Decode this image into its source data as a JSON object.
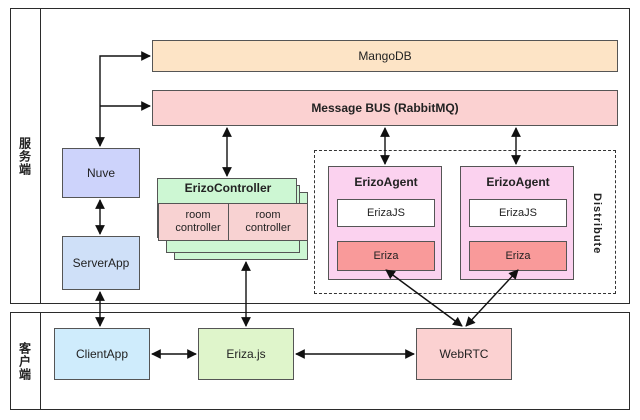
{
  "lanes": {
    "server": "服务端",
    "client": "客户端"
  },
  "nodes": {
    "mangodb": "MangoDB",
    "message_bus": "Message BUS (RabbitMQ)",
    "nuve": "Nuve",
    "serverapp": "ServerApp",
    "erizo_controller": "ErizoController",
    "room_controller_1": "room controller",
    "room_controller_2": "room controller",
    "agent_left": {
      "title": "ErizoAgent",
      "erizajs": "ErizaJS",
      "eriza": "Eriza"
    },
    "agent_right": {
      "title": "ErizoAgent",
      "erizajs": "ErizaJS",
      "eriza": "Eriza"
    },
    "distribute": "Distribute",
    "clientapp": "ClientApp",
    "erizajs_client": "Eriza.js",
    "webrtc": "WebRTC"
  }
}
